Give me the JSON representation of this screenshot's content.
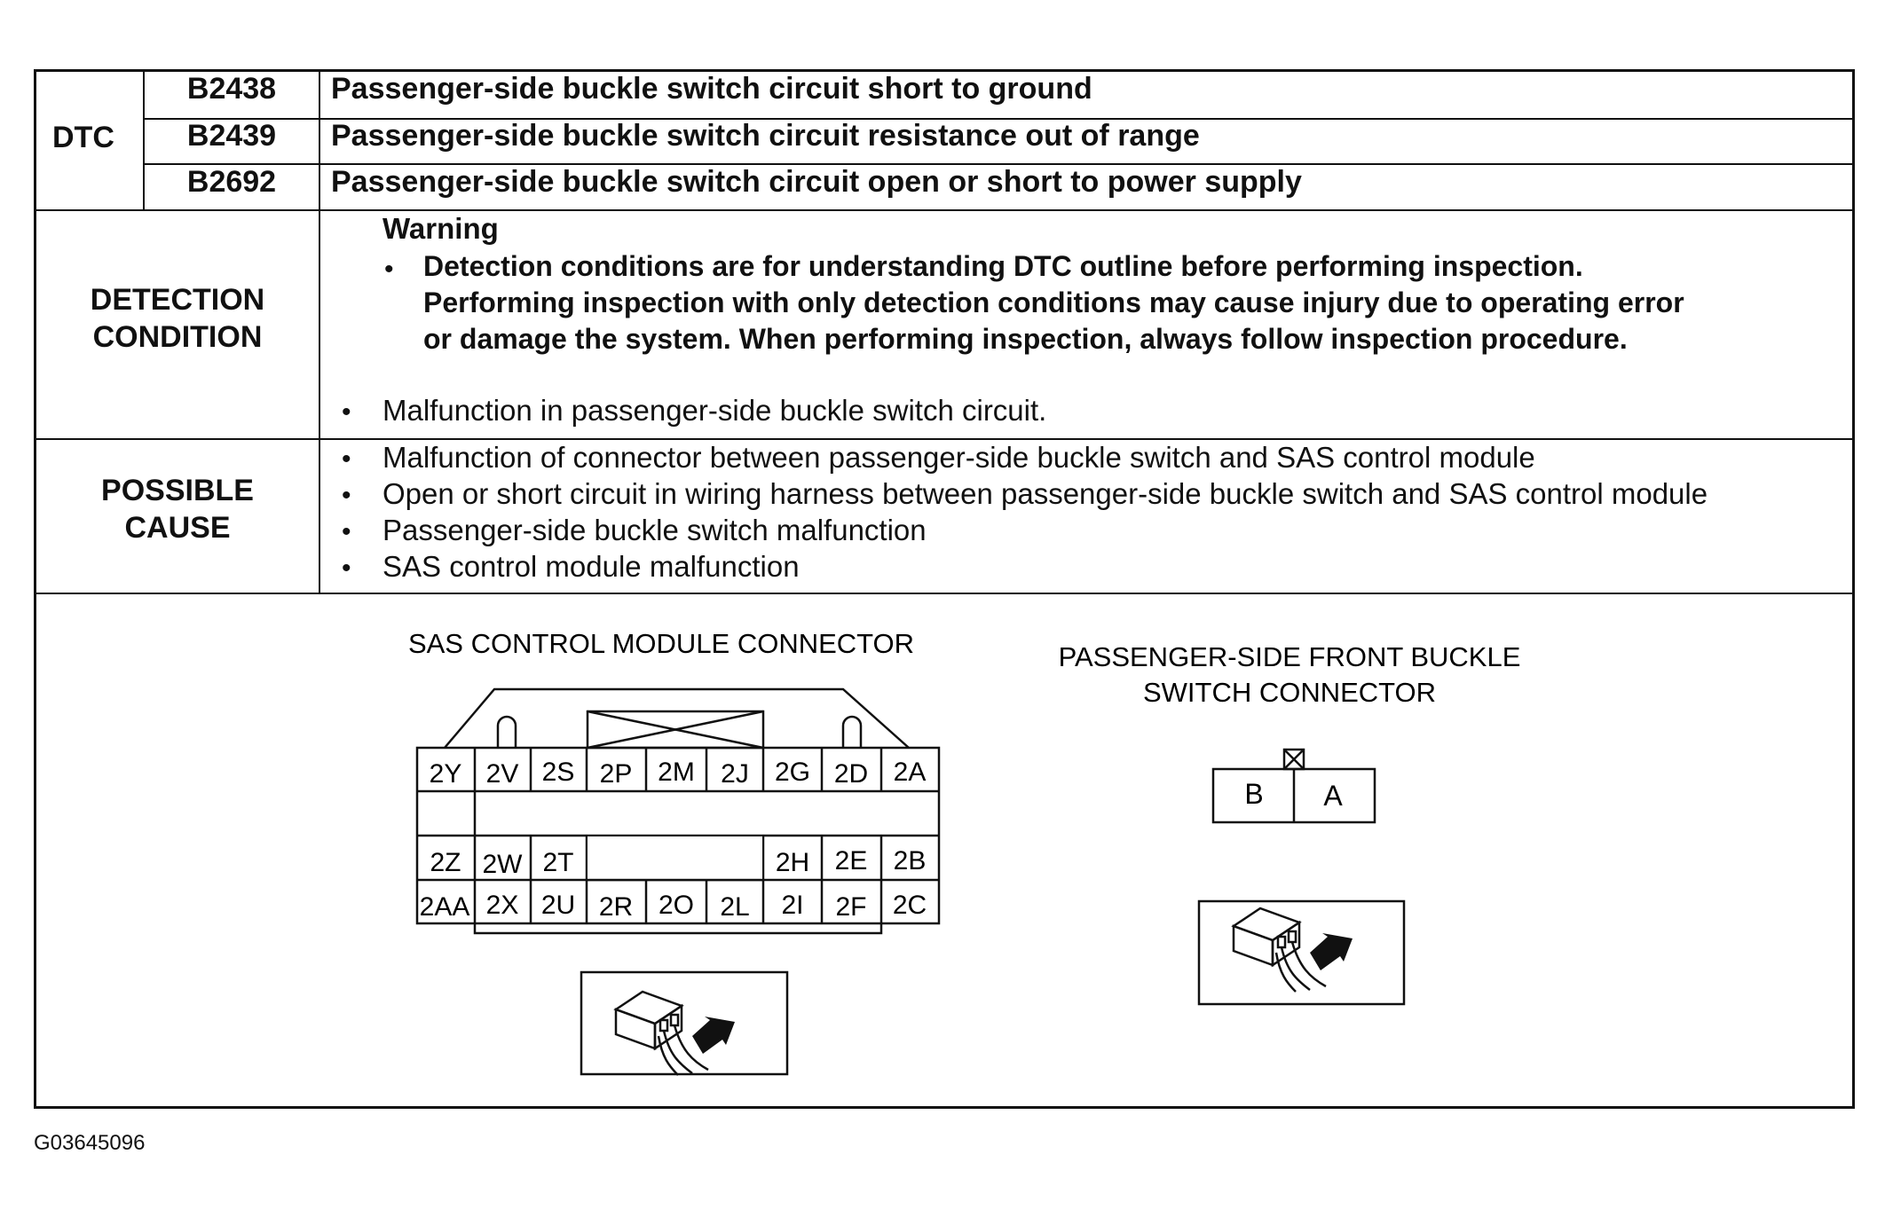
{
  "dtc": {
    "label": "DTC",
    "rows": [
      {
        "code": "B2438",
        "description": "Passenger-side buckle switch circuit short to ground"
      },
      {
        "code": "B2439",
        "description": "Passenger-side buckle switch circuit resistance out of range"
      },
      {
        "code": "B2692",
        "description": "Passenger-side buckle switch circuit open or short to power supply"
      }
    ]
  },
  "detection": {
    "label_line1": "DETECTION",
    "label_line2": "CONDITION",
    "warning_title": "Warning",
    "warning_lines": [
      "Detection conditions are for understanding DTC outline before performing inspection.",
      "Performing inspection with only detection conditions may cause injury due to operating error",
      "or damage the system. When performing inspection, always follow inspection procedure."
    ],
    "item": "Malfunction in passenger-side buckle switch circuit."
  },
  "cause": {
    "label_line1": "POSSIBLE",
    "label_line2": "CAUSE",
    "items": [
      "Malfunction of connector between passenger-side buckle switch and SAS control module",
      "Open or short circuit in wiring harness between passenger-side buckle switch and SAS control module",
      "Passenger-side buckle switch malfunction",
      "SAS control module malfunction"
    ]
  },
  "sas_connector": {
    "title": "SAS CONTROL MODULE CONNECTOR",
    "top_row": [
      "2Y",
      "2V",
      "2S",
      "2P",
      "2M",
      "2J",
      "2G",
      "2D",
      "2A"
    ],
    "row3_left": [
      "2Z",
      "2W",
      "2T"
    ],
    "row3_right": [
      "2H",
      "2E",
      "2B"
    ],
    "bottom_row": [
      "2AA",
      "2X",
      "2U",
      "2R",
      "2O",
      "2L",
      "2I",
      "2F",
      "2C"
    ]
  },
  "buckle_connector": {
    "title_line1": "PASSENGER-SIDE FRONT BUCKLE",
    "title_line2": "SWITCH CONNECTOR",
    "pins": [
      "B",
      "A"
    ]
  },
  "figure_id": "G03645096"
}
